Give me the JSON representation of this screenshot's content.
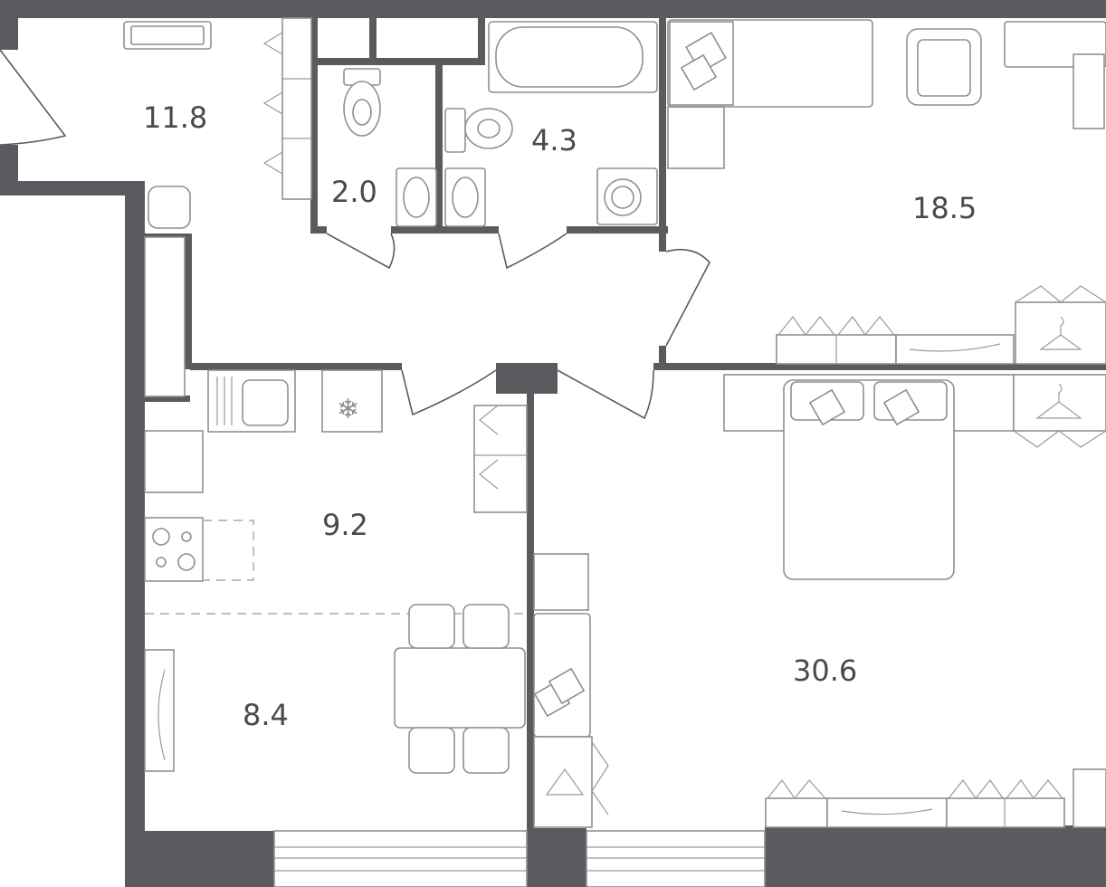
{
  "rooms": [
    {
      "id": "hall",
      "area": "11.8"
    },
    {
      "id": "wc",
      "area": "2.0"
    },
    {
      "id": "bathroom",
      "area": "4.3"
    },
    {
      "id": "bedroom",
      "area": "18.5"
    },
    {
      "id": "kitchen",
      "area": "9.2"
    },
    {
      "id": "dining",
      "area": "8.4"
    },
    {
      "id": "living",
      "area": "30.6"
    }
  ],
  "colors": {
    "wall": "#5b5b5f",
    "furniture": "#8f8f93",
    "text": "#4a4a4d",
    "background": "#ffffff"
  }
}
